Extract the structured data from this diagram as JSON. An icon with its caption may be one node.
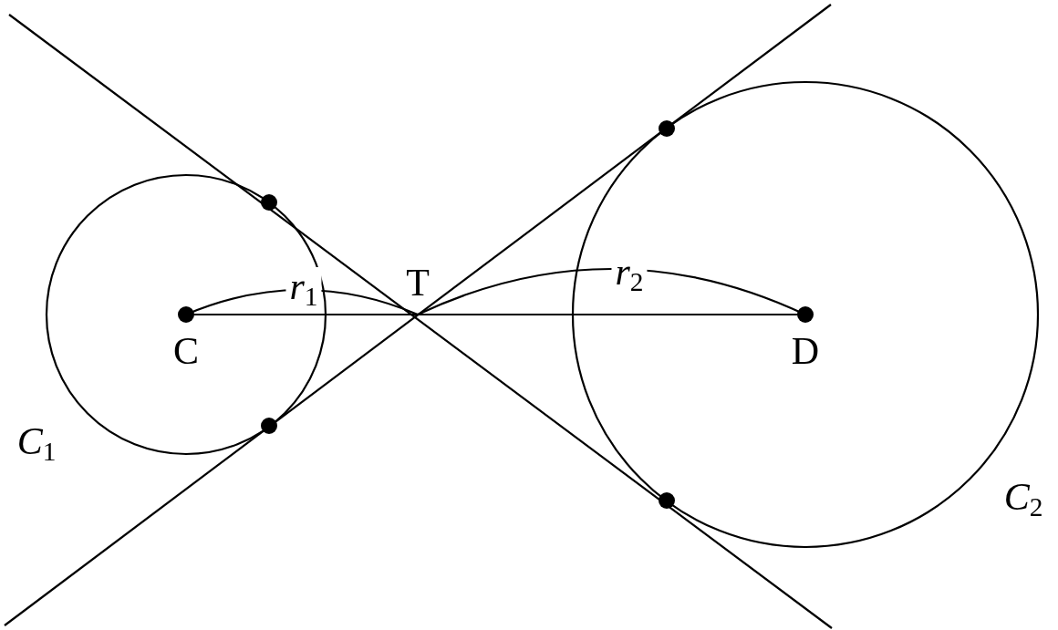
{
  "diagram": {
    "labels": [
      "*r*$_{1}$",
      "T",
      "*r*$_{2}$",
      "C",
      "D",
      "*C*$_{1}$",
      "*C*$_{2}$"
    ]
  }
}
